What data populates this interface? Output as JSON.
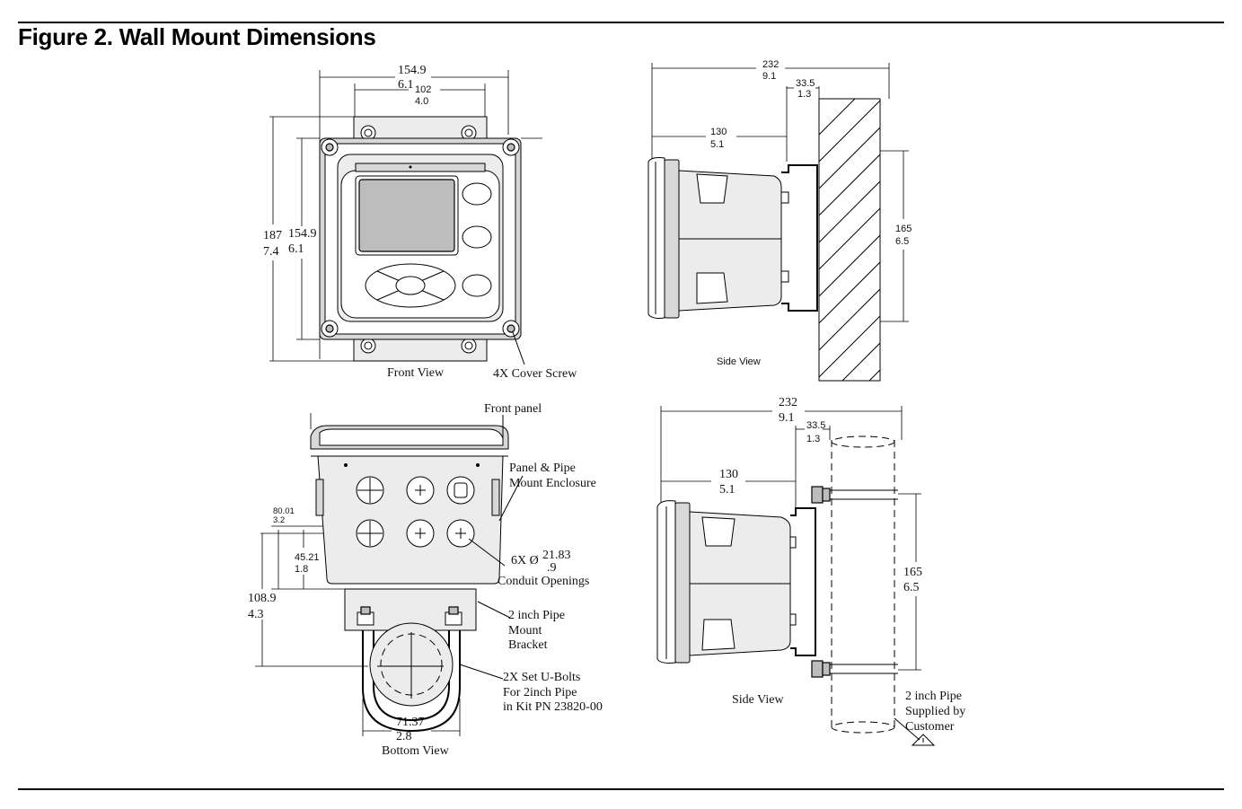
{
  "figure": {
    "title": "Figure 2. Wall Mount Dimensions"
  },
  "front_view": {
    "label": "Front View",
    "width_top": "154.9",
    "width_top_in": "6.1",
    "width_inner": "102",
    "width_inner_in": "4.0",
    "height_outer": "187",
    "height_outer_in": "7.4",
    "height_inner": "154.9",
    "height_inner_in": "6.1",
    "screw_label": "4X Cover Screw"
  },
  "side_view_wall": {
    "label": "Side View",
    "depth": "232",
    "depth_in": "9.1",
    "offset": "33.5",
    "offset_in": "1.3",
    "body": "130",
    "body_in": "5.1",
    "height": "165",
    "height_in": "6.5"
  },
  "bottom_view": {
    "label": "Bottom View",
    "front_panel": "Front panel",
    "enclosure_1": "Panel & Pipe",
    "enclosure_2": "Mount Enclosure",
    "conduit_qty": "6X Ø",
    "conduit_mm": "21.83",
    "conduit_in": ".9",
    "conduit_label": "Conduit Openings",
    "bracket_1": "2 inch Pipe",
    "bracket_2": "Mount",
    "bracket_3": "Bracket",
    "ubolt_1": "2X Set U-Bolts",
    "ubolt_2": "For 2inch Pipe",
    "ubolt_3": "in Kit PN 23820-00",
    "dim_a": "80.01",
    "dim_a_in": "3.2",
    "dim_b": "45.21",
    "dim_b_in": "1.8",
    "dim_c": "108.9",
    "dim_c_in": "4.3",
    "dim_w": "71.37",
    "dim_w_in": "2.8"
  },
  "side_view_pipe": {
    "label": "Side  View",
    "depth": "232",
    "depth_in": "9.1",
    "offset": "33.5",
    "offset_in": "1.3",
    "body": "130",
    "body_in": "5.1",
    "height": "165",
    "height_in": "6.5",
    "pipe_1": "2 inch Pipe",
    "pipe_2": "Supplied by",
    "pipe_3": "Customer",
    "warning_icon": "warning-triangle-icon"
  }
}
